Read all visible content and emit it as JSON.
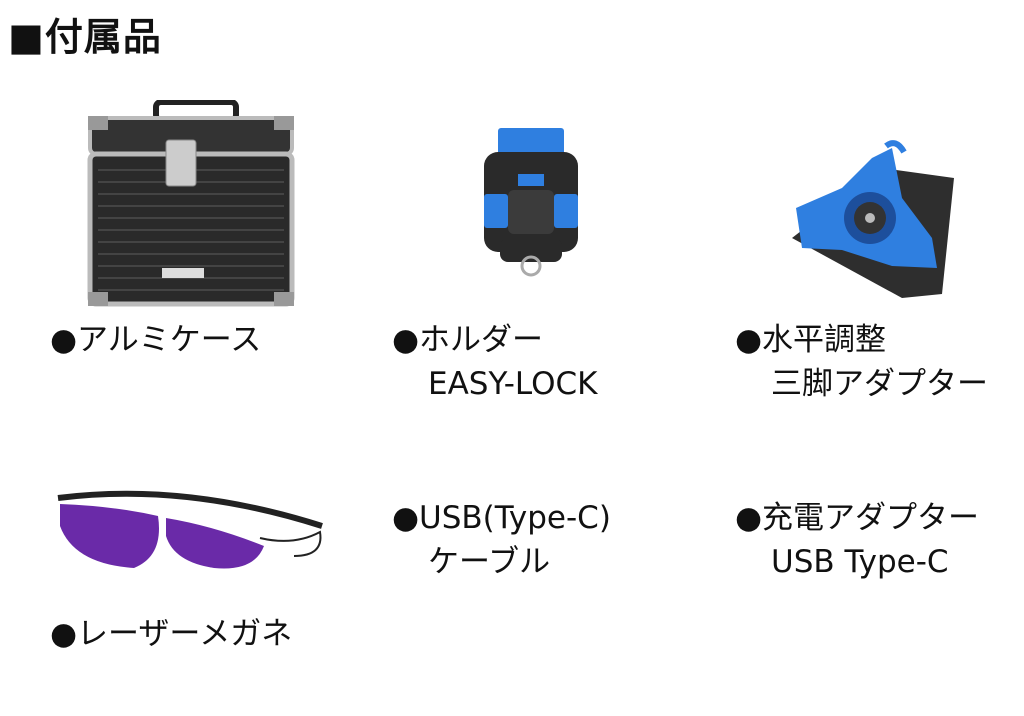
{
  "title": "■付属品",
  "items": [
    {
      "line1": "●アルミケース",
      "line2": ""
    },
    {
      "line1": "●ホルダー",
      "line2": "EASY-LOCK"
    },
    {
      "line1": "●水平調整",
      "line2": "三脚アダプター"
    },
    {
      "line1": "●レーザーメガネ",
      "line2": ""
    },
    {
      "line1": "●USB(Type-C)",
      "line2": "ケーブル"
    },
    {
      "line1": "●充電アダプター",
      "line2": "USB Type-C"
    }
  ],
  "colors": {
    "accent_blue": "#2f7fe0",
    "case_dark": "#2a2a2a",
    "lens_purple": "#6a2aa8"
  }
}
